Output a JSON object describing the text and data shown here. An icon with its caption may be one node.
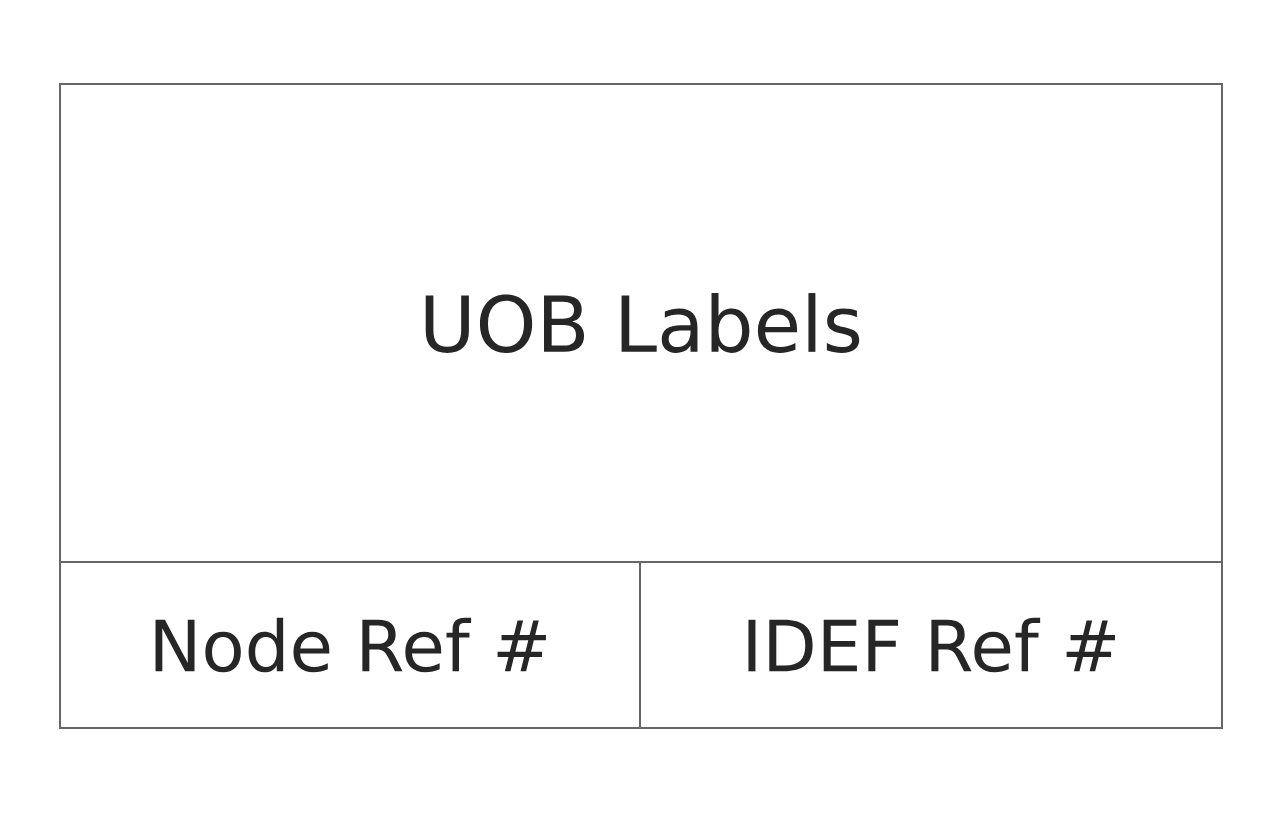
{
  "diagram": {
    "nodes": [
      {
        "text": [
          "UOB Labels"
        ]
      },
      {
        "text": [
          "Node Ref #"
        ]
      },
      {
        "text": [
          "IDEF Ref #"
        ]
      }
    ]
  }
}
